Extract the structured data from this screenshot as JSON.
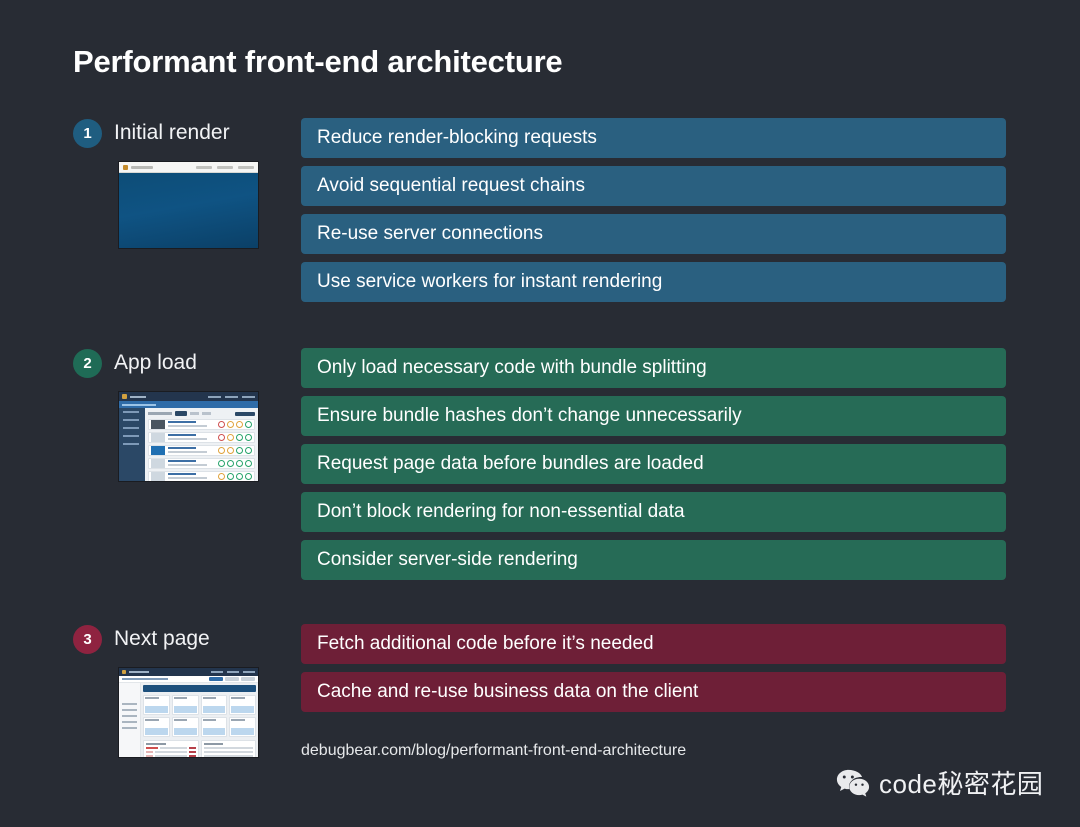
{
  "title": "Performant front-end architecture",
  "background_color": "#282c34",
  "footer": {
    "source_url": "debugbear.com/blog/performant-front-end-architecture",
    "watermark_text": "code秘密花园",
    "watermark_icon": "wechat-icon"
  },
  "sections": [
    {
      "number": "1",
      "label": "Initial render",
      "accent_color": "#2a6080",
      "badge_color": "#1f5d80",
      "thumbnail": "browser-hero-screenshot",
      "items": [
        "Reduce render-blocking requests",
        "Avoid sequential request chains",
        "Re-use server connections",
        "Use service workers for instant rendering"
      ]
    },
    {
      "number": "2",
      "label": "App load",
      "accent_color": "#266b56",
      "badge_color": "#1f6b56",
      "thumbnail": "dashboard-list-screenshot",
      "items": [
        "Only load necessary code with bundle splitting",
        "Ensure bundle hashes don’t change unnecessarily",
        "Request page data before bundles are loaded",
        "Don’t block rendering for non-essential data",
        "Consider server-side rendering"
      ]
    },
    {
      "number": "3",
      "label": "Next page",
      "accent_color": "#6e1f37",
      "badge_color": "#8f2340",
      "thumbnail": "metrics-dashboard-screenshot",
      "items": [
        "Fetch additional code before it’s needed",
        "Cache and re-use business data on the client"
      ]
    }
  ]
}
